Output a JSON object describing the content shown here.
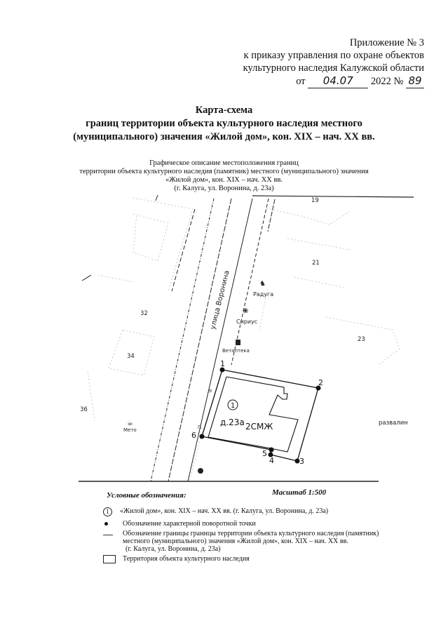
{
  "header": {
    "line1": "Приложение № 3",
    "line2": "к приказу управления по охране объектов",
    "line3": "культурного наследия Калужской области",
    "date_prefix": "от",
    "date_handwritten": "04.07",
    "year": "2022 №",
    "number_handwritten": "89"
  },
  "title": {
    "line1": "Карта-схема",
    "line2": "границ территории объекта культурного наследия местного",
    "line3": "(муниципального) значения «Жилой дом», кон. XIX – нач. XX вв."
  },
  "subtitle": {
    "line1": "Графическое описание местоположения границ",
    "line2": "территории объекта культурного наследия (памятник) местного (муниципального) значения",
    "line3": "«Жилой дом», кон. XIX – нач. XX вв.",
    "line4": "(г. Калуга, ул. Воронина, д. 23а)"
  },
  "map": {
    "street_label": "улица Воронина",
    "house_numbers": [
      "19",
      "21",
      "23",
      "32",
      "34",
      "36"
    ],
    "pois": [
      {
        "name": "Радуга",
        "icon": "rocking-horse-icon"
      },
      {
        "name": "Сириус",
        "icon": "paw-icon"
      },
      {
        "name": "Ветаптека",
        "icon": "pharmacy-icon"
      },
      {
        "name": "Мето",
        "icon": "cafe-cup-icon"
      }
    ],
    "ruins_label": "развалин",
    "object_number": "1",
    "building_label": "д.23а",
    "building_type": "2СМЖ",
    "points": [
      "1",
      "2",
      "3",
      "4",
      "5",
      "6"
    ],
    "small_labels": [
      "Р",
      "П"
    ]
  },
  "scale": "Масштаб 1:500",
  "legend": {
    "title": "Условные обозначения:",
    "items": [
      {
        "symbol": "1",
        "text": "«Жилой дом», кон. XIX – нач. XX вв. (г. Калуга, ул. Воронина, д. 23а)"
      },
      {
        "symbol": "point",
        "text": "Обозначение характерной поворотной точки"
      },
      {
        "symbol": "line",
        "text": "Обозначение границы границы территории объекта культурного наследия (памятник)",
        "text2": "местного (муниципального) значения  «Жилой дом», кон. XIX – нач. XX вв.",
        "text3": "(г. Калуга, ул. Воронина, д. 23а)"
      },
      {
        "symbol": "square",
        "text": "Территория объекта культурного наследия"
      }
    ]
  }
}
